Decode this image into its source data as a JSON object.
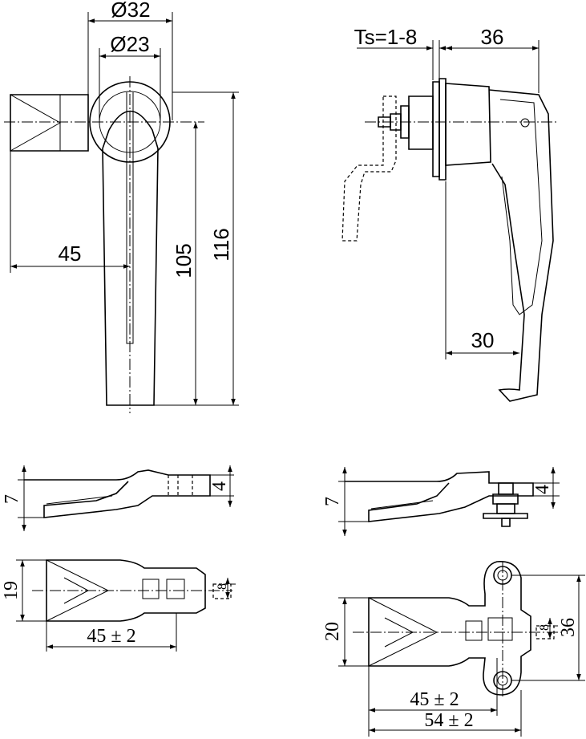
{
  "dimensions": {
    "front_outer_dia": "Ø32",
    "front_inner_dia": "Ø23",
    "front_offset": "45",
    "front_height_inner": "105",
    "front_height_total": "116",
    "side_ts": "Ts=1-8",
    "side_depth": "36",
    "side_reach": "30",
    "left_side_thickness": "7",
    "left_side_shaft": "4",
    "left_top_width": "19",
    "left_top_square": "8",
    "left_top_length": "45 ± 2",
    "right_side_thickness": "7",
    "right_side_shaft": "4",
    "right_top_width": "20",
    "right_top_square": "8",
    "right_top_hole_span": "36",
    "right_top_length_a": "45 ± 2",
    "right_top_length_b": "54 ± 2"
  }
}
